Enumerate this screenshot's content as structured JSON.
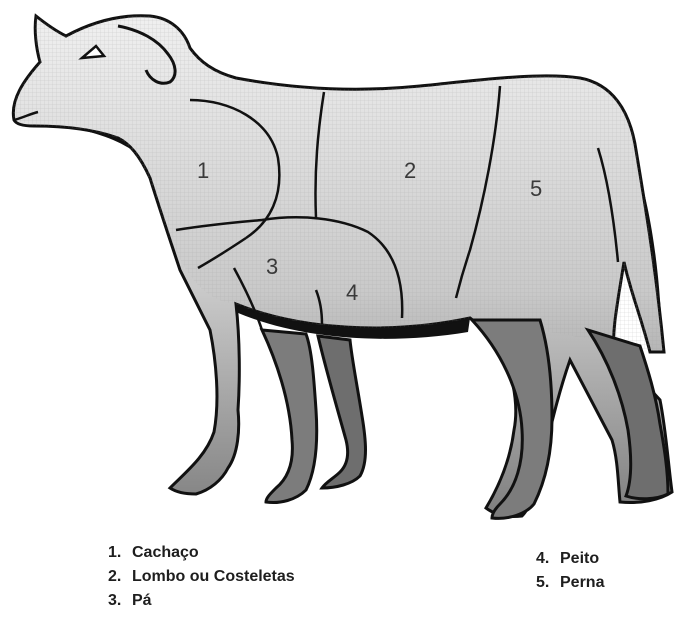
{
  "diagram": {
    "regions": [
      {
        "id": "1",
        "label": "1"
      },
      {
        "id": "2",
        "label": "2"
      },
      {
        "id": "3",
        "label": "3"
      },
      {
        "id": "4",
        "label": "4"
      },
      {
        "id": "5",
        "label": "5"
      }
    ]
  },
  "legend": {
    "left": [
      {
        "number": "1.",
        "name": "Cachaço"
      },
      {
        "number": "2.",
        "name": "Lombo ou Costeletas"
      },
      {
        "number": "3.",
        "name": "Pá"
      }
    ],
    "right": [
      {
        "number": "4.",
        "name": "Peito"
      },
      {
        "number": "5.",
        "name": "Perna"
      }
    ]
  },
  "colors": {
    "outline": "#111111",
    "body_fill_top": "#efefef",
    "body_fill_bottom": "#8a8a8a",
    "leg_fill": "#7a7a7a"
  }
}
